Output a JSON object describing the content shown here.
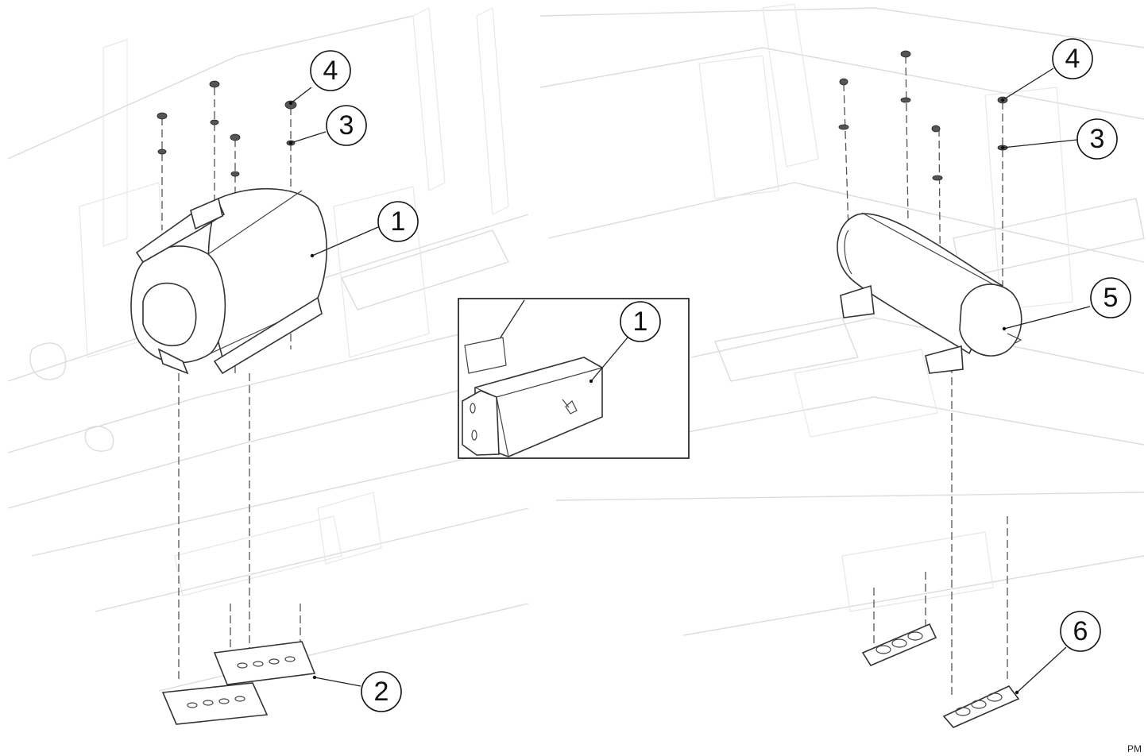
{
  "callouts": {
    "left_4": "4",
    "left_3": "3",
    "left_1": "1",
    "left_2": "2",
    "inset_1": "1",
    "right_4": "4",
    "right_3": "3",
    "right_5": "5",
    "right_6": "6"
  },
  "footer": {
    "code": "PM"
  },
  "colors": {
    "line": "#333333",
    "background_sketch": "#dcdcdc"
  }
}
